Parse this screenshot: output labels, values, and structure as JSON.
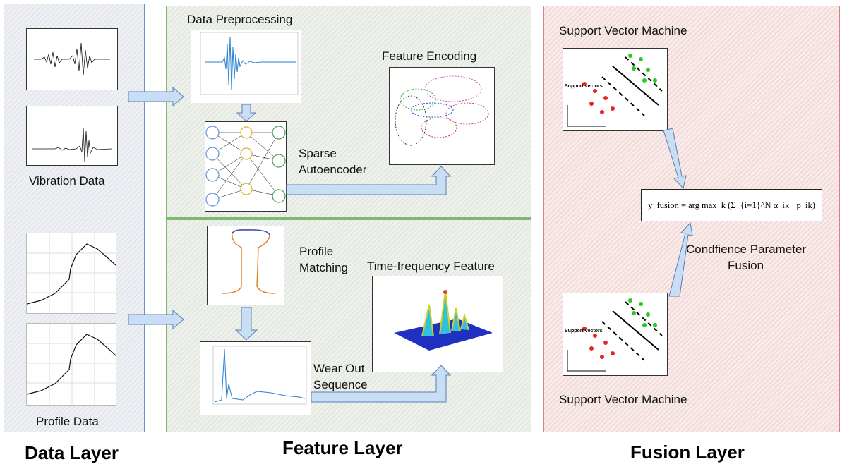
{
  "layers": {
    "data": "Data Layer",
    "feature": "Feature Layer",
    "fusion": "Fusion Layer"
  },
  "data_layer": {
    "vibration_label": "Vibration Data",
    "profile_label": "Profile Data"
  },
  "feature_layer": {
    "preprocessing": "Data Preprocessing",
    "autoencoder_line1": "Sparse",
    "autoencoder_line2": "Autoencoder",
    "encoding": "Feature Encoding",
    "profile_line1": "Profile",
    "profile_line2": "Matching",
    "time_freq": "Time-frequency Feature",
    "wear_line1": "Wear Out",
    "wear_line2": "Sequence"
  },
  "fusion_layer": {
    "svm_top": "Support Vector Machine",
    "svm_bottom": "Support Vector Machine",
    "support_vectors": "Support vectors",
    "formula": "y_fusion = arg max_k (Σ_{i=1}^N α_ik · p_ik)",
    "confidence_line1": "Condfience Parameter",
    "confidence_line2": "Fusion"
  },
  "colors": {
    "arrow_fill": "#c9def5",
    "arrow_stroke": "#5a7fb0",
    "data_border": "#6f8fd0",
    "feature_border": "#7fb870",
    "fusion_border": "#d98080"
  }
}
